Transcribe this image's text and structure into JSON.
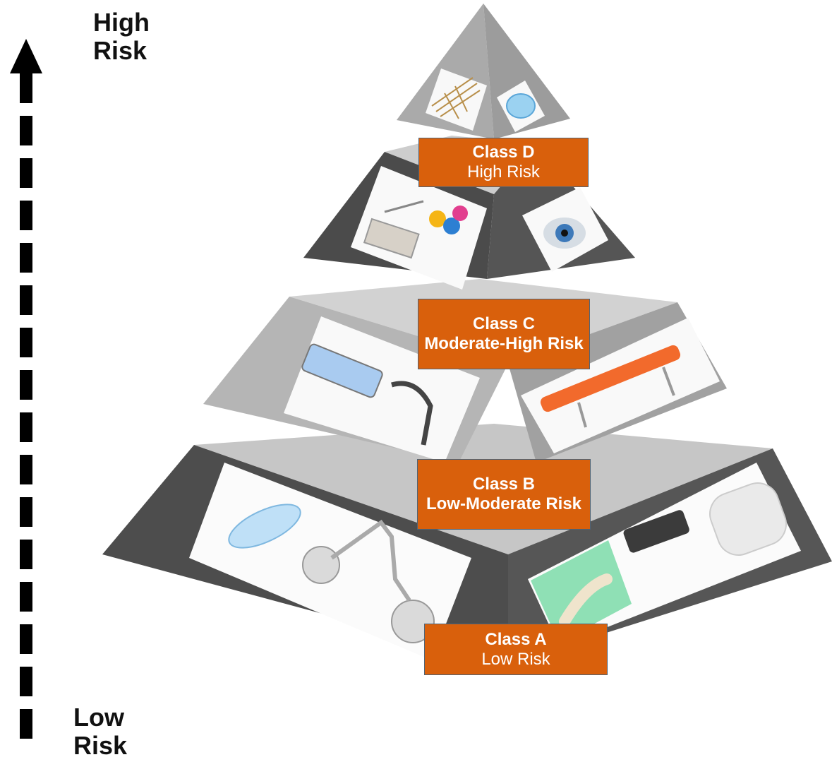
{
  "axis": {
    "top_label": [
      "High",
      "Risk"
    ],
    "bottom_label": [
      "Low",
      "Risk"
    ]
  },
  "classes": [
    {
      "name": "Class D",
      "risk": "High Risk"
    },
    {
      "name": "Class C",
      "risk": "Moderate-High Risk"
    },
    {
      "name": "Class B",
      "risk": "Low-Moderate Risk"
    },
    {
      "name": "Class A",
      "risk": "Low Risk"
    }
  ],
  "device_images": {
    "class_d": [
      "stent-image",
      "intraocular-lens-image"
    ],
    "class_c": [
      "surgical-kit-image",
      "contact-lens-image"
    ],
    "class_b": [
      "hospital-bed-image",
      "speculum-image",
      "stretcher-image"
    ],
    "class_a": [
      "sanitary-pad-image",
      "surgical-lamp-image",
      "gloves-image",
      "dental-chair-image",
      "cotton-roll-image"
    ]
  },
  "colors": {
    "label_fill": "#d9600c",
    "label_border": "#4f6376",
    "tier_light": "#b0b0b0",
    "tier_dark": "#4a4a4a",
    "arrow": "#000000"
  }
}
